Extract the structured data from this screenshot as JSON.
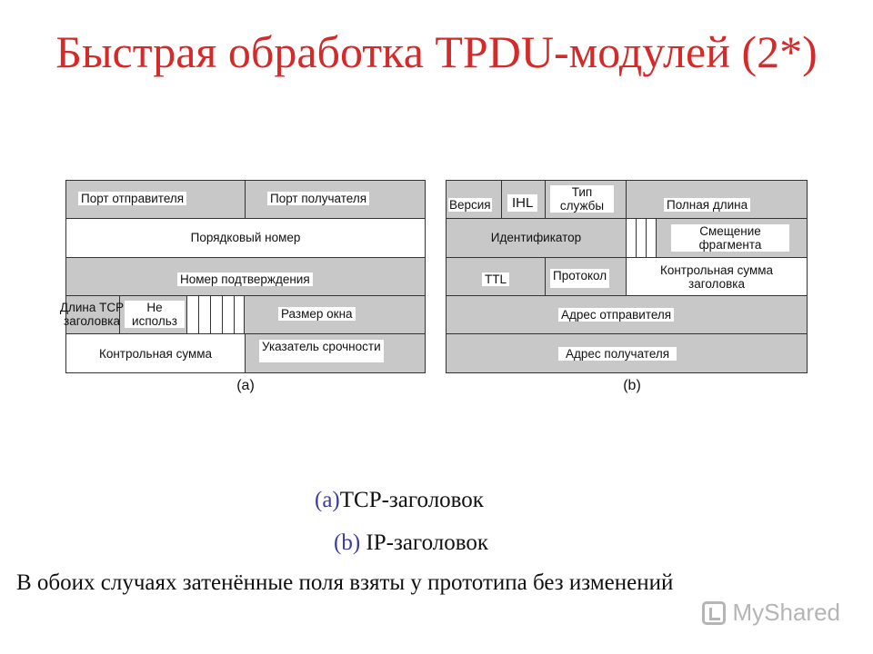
{
  "title": "Быстрая обработка TPDU-модулей (2*)",
  "tcp": {
    "src_port": "Порт отправителя",
    "dst_port": "Порт получателя",
    "seq": "Порядковый номер",
    "ack": "Номер подтверждения",
    "hlen": "Длина TCP заголовка",
    "unused": "Не использ",
    "window": "Размер окна",
    "checksum": "Контрольная сумма",
    "urgent": "Указатель срочности",
    "caption": "(a)"
  },
  "ip": {
    "version": "Версия",
    "ihl": "IHL",
    "tos": "Тип службы",
    "total_length": "Полная длина",
    "ident": "Идентификатор",
    "frag_offset": "Смещение фрагмента",
    "ttl": "TTL",
    "protocol": "Протокол",
    "checksum": "Контрольная сумма заголовка",
    "src_addr": "Адрес отправителя",
    "dst_addr": "Адрес получателя",
    "caption": "(b)"
  },
  "legend": {
    "a_marker": "(a)",
    "a_text": "TCP-заголовок",
    "b_marker": "(b)",
    "b_text": " IP-заголовок",
    "note": "В обоих случаях затенённые поля взяты у прототипа без изменений"
  },
  "watermark": "MyShared"
}
